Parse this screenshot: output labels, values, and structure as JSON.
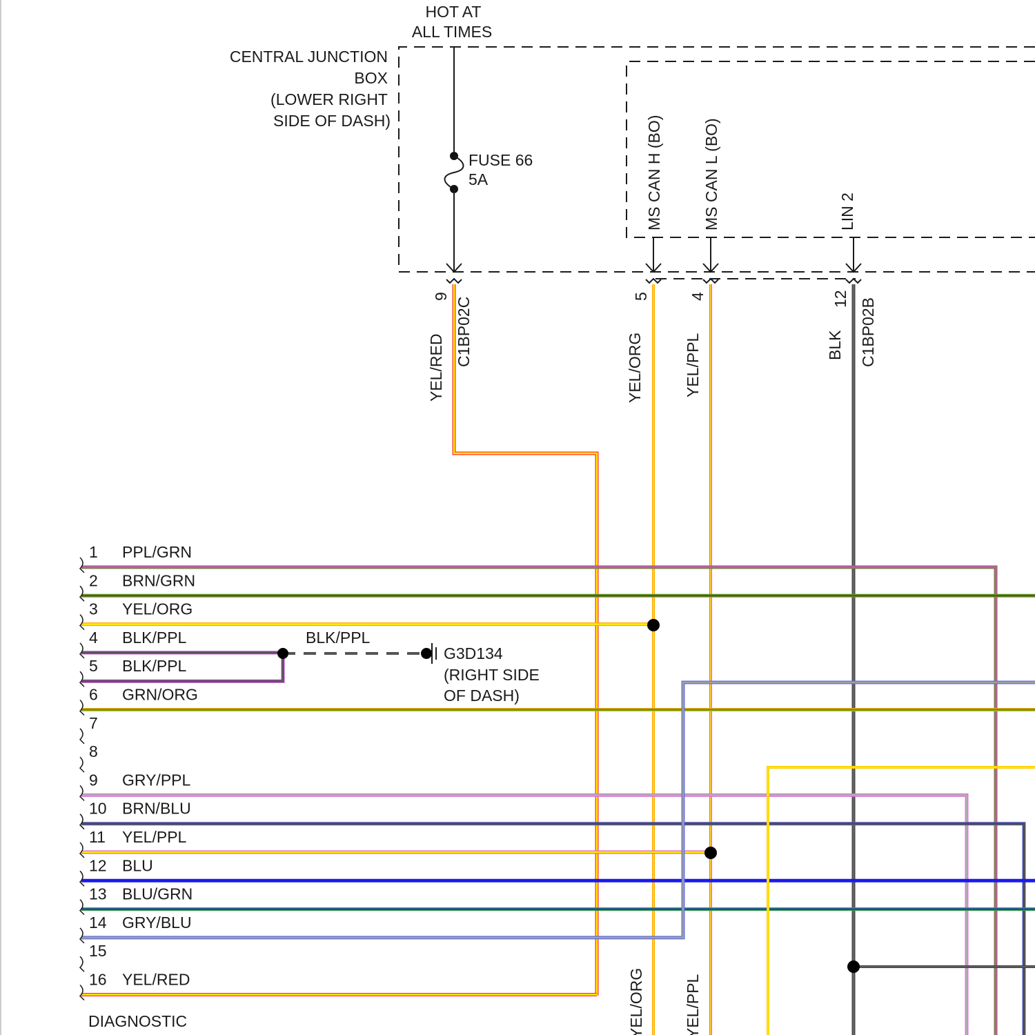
{
  "junction_box": {
    "hot_label": [
      "HOT AT",
      "ALL TIMES"
    ],
    "name_lines": [
      "CENTRAL JUNCTION",
      "BOX",
      "(LOWER RIGHT",
      "SIDE OF DASH)"
    ],
    "fuse_name": "FUSE 66",
    "fuse_rating": "5A"
  },
  "circuits": {
    "can_h": "MS CAN H (BO)",
    "can_l": "MS CAN L (BO)",
    "lin": "LIN 2"
  },
  "connectors": {
    "c_left": "C1BP02C",
    "c_right": "C1BP02B"
  },
  "jb_pins": [
    {
      "pin": "9",
      "wire": "YEL/RED"
    },
    {
      "pin": "5",
      "wire": "YEL/ORG"
    },
    {
      "pin": "4",
      "wire": "YEL/PPL"
    },
    {
      "pin": "12",
      "wire": "BLK"
    }
  ],
  "bottom_labels": [
    "YEL/ORG",
    "YEL/PPL"
  ],
  "ground": {
    "splice_wire": "BLK/PPL",
    "name": "G3D134",
    "location_lines": [
      "(RIGHT SIDE",
      "OF DASH)"
    ]
  },
  "dlc_pins": [
    {
      "pin": "1",
      "wire": "PPL/GRN",
      "colors": [
        "#e040e0",
        "#6a8a2a"
      ]
    },
    {
      "pin": "2",
      "wire": "BRN/GRN",
      "colors": [
        "#6b5020",
        "#5aa02a"
      ]
    },
    {
      "pin": "3",
      "wire": "YEL/ORG",
      "colors": [
        "#ffee00",
        "#ffa500"
      ]
    },
    {
      "pin": "4",
      "wire": "BLK/PPL",
      "colors": [
        "#555555",
        "#b040c0"
      ]
    },
    {
      "pin": "5",
      "wire": "BLK/PPL",
      "colors": [
        "#555555",
        "#b040c0"
      ]
    },
    {
      "pin": "6",
      "wire": "GRN/ORG",
      "colors": [
        "#3da03d",
        "#ffa500"
      ]
    },
    {
      "pin": "7",
      "wire": "",
      "colors": []
    },
    {
      "pin": "8",
      "wire": "",
      "colors": []
    },
    {
      "pin": "9",
      "wire": "GRY/PPL",
      "colors": [
        "#b0b0b0",
        "#e070e0"
      ]
    },
    {
      "pin": "10",
      "wire": "BRN/BLU",
      "colors": [
        "#5a4a30",
        "#4a5ac0"
      ]
    },
    {
      "pin": "11",
      "wire": "YEL/PPL",
      "colors": [
        "#ffee00",
        "#e060c0"
      ]
    },
    {
      "pin": "12",
      "wire": "BLU",
      "colors": [
        "#1a1aee",
        "#1a1aee"
      ]
    },
    {
      "pin": "13",
      "wire": "BLU/GRN",
      "colors": [
        "#2040c0",
        "#3aa03a"
      ]
    },
    {
      "pin": "14",
      "wire": "GRY/BLU",
      "colors": [
        "#a0a0a0",
        "#6070e0"
      ]
    },
    {
      "pin": "15",
      "wire": "",
      "colors": []
    },
    {
      "pin": "16",
      "wire": "YEL/RED",
      "colors": [
        "#ffee00",
        "#ff3030"
      ]
    }
  ],
  "dlc_name": "DIAGNOSTIC",
  "wire_colors": {
    "yel_red": [
      "#ffee00",
      "#ff3030"
    ],
    "yel_org": [
      "#ffee00",
      "#ffa500"
    ],
    "yel_ppl": [
      "#ffee00",
      "#e060c0"
    ],
    "blk": [
      "#666666",
      "#444444"
    ],
    "yel": [
      "#ffee00",
      "#ffcc00"
    ]
  }
}
